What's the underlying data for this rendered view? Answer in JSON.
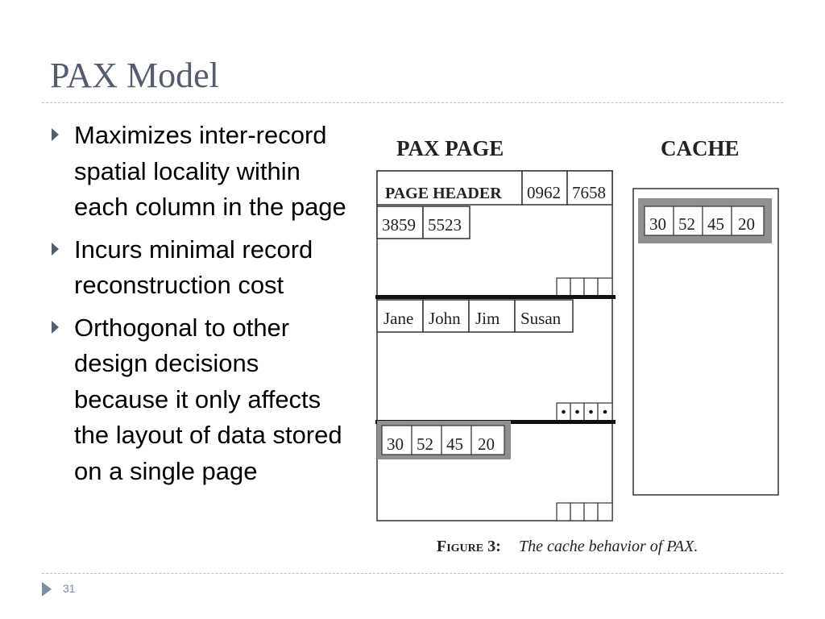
{
  "slide": {
    "title": "PAX Model",
    "page_number": "31"
  },
  "bullets": [
    "Maximizes inter-record spatial locality within each column in the page",
    "Incurs minimal record reconstruction cost",
    "Orthogonal to other design decisions because it only affects the layout of data stored on a single page"
  ],
  "figure": {
    "pax_page_label": "PAX PAGE",
    "cache_label": "CACHE",
    "page_header": "PAGE HEADER",
    "header_values": [
      "0962",
      "7658"
    ],
    "ids": [
      "3859",
      "5523"
    ],
    "names": [
      "Jane",
      "John",
      "Jim",
      "Susan"
    ],
    "ages": [
      "30",
      "52",
      "45",
      "20"
    ],
    "cache_values": [
      "30",
      "52",
      "45",
      "20"
    ],
    "caption_bold": "Figure 3:",
    "caption_italic": "The cache behavior of PAX."
  }
}
